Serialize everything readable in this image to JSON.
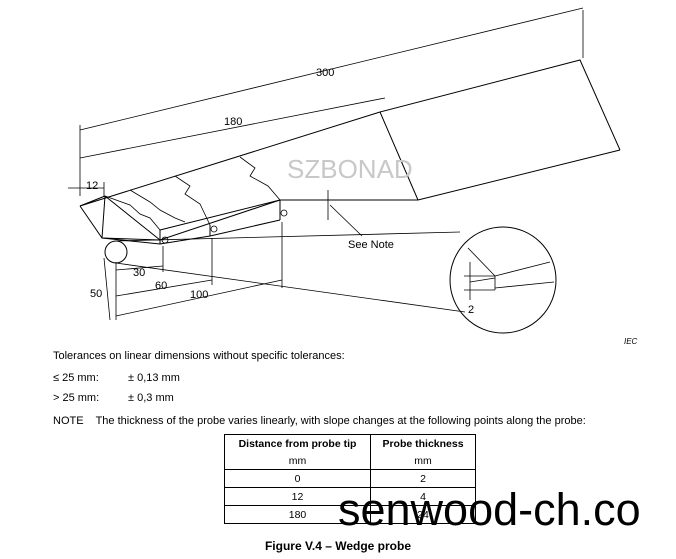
{
  "drawing": {
    "dimensions": {
      "overall_length": "300",
      "taper_length": "180",
      "tip_step": "12",
      "pos_30": "30",
      "pos_60": "60",
      "pos_100": "100",
      "tip_radius": "50",
      "detail_thickness": "2"
    },
    "note_label": "See Note",
    "iec_label": "IEC",
    "watermark": "SZBONAD"
  },
  "tolerances": {
    "heading": "Tolerances on linear dimensions without specific tolerances:",
    "rows": [
      {
        "range": "≤ 25 mm:",
        "value": "± 0,13 mm"
      },
      {
        "range": "> 25 mm:",
        "value": "± 0,3 mm"
      }
    ]
  },
  "note_text": "NOTE    The thickness of the probe varies linearly, with slope changes at the following points along the probe:",
  "table": {
    "header": [
      "Distance from probe tip",
      "Probe thickness"
    ],
    "units": [
      "mm",
      "mm"
    ],
    "rows": [
      [
        "0",
        "2"
      ],
      [
        "12",
        "4"
      ],
      [
        "180",
        "24"
      ]
    ]
  },
  "caption": "Figure V.4 – Wedge probe",
  "overlay_watermark": "senwood-ch.co"
}
